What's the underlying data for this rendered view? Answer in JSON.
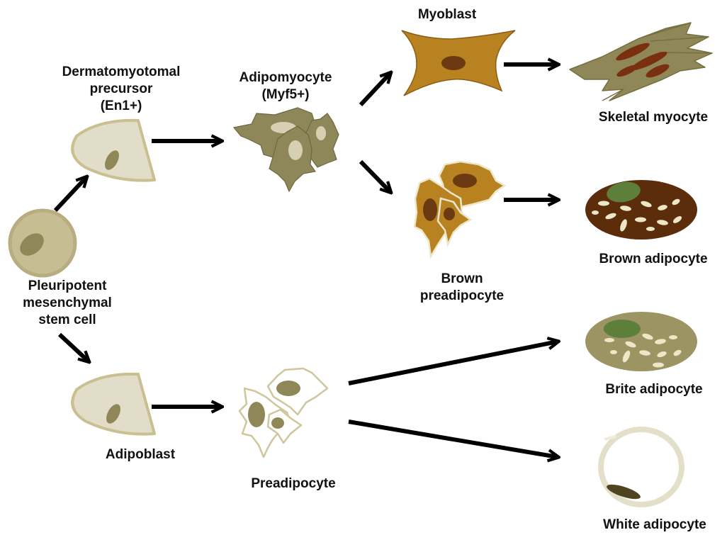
{
  "labels": {
    "dermatomyotomal": [
      "Dermatomyotomal",
      "precursor",
      "(En1+)"
    ],
    "adipomyocyte": [
      "Adipomyocyte",
      "(Myf5+)"
    ],
    "myoblast": "Myoblast",
    "skeletal_myocyte": "Skeletal myocyte",
    "brown_preadipocyte": [
      "Brown",
      "preadipocyte"
    ],
    "brown_adipocyte": "Brown adipocyte",
    "stem_cell": [
      "Pleuripotent",
      "mesenchymal",
      "stem cell"
    ],
    "adipoblast": "Adipoblast",
    "preadipocyte": "Preadipocyte",
    "brite_adipocyte": "Brite adipocyte",
    "white_adipocyte": "White adipocyte"
  },
  "colors": {
    "stem_cell_fill": "#c7bd93",
    "precursor_fill": "#e1ddc8",
    "nucleus_olive": "#8f8757",
    "adipomyocyte_fill": "#8e8759",
    "myoblast_fill": "#b88220",
    "brown_nucleus": "#6b3a10",
    "brown_adipocyte_fill": "#5b2d0b",
    "brite_adipocyte_fill": "#9c9463",
    "green_spot": "#5e7f3a",
    "lipid_droplet": "#ede7c8",
    "arrow": "#000000"
  }
}
